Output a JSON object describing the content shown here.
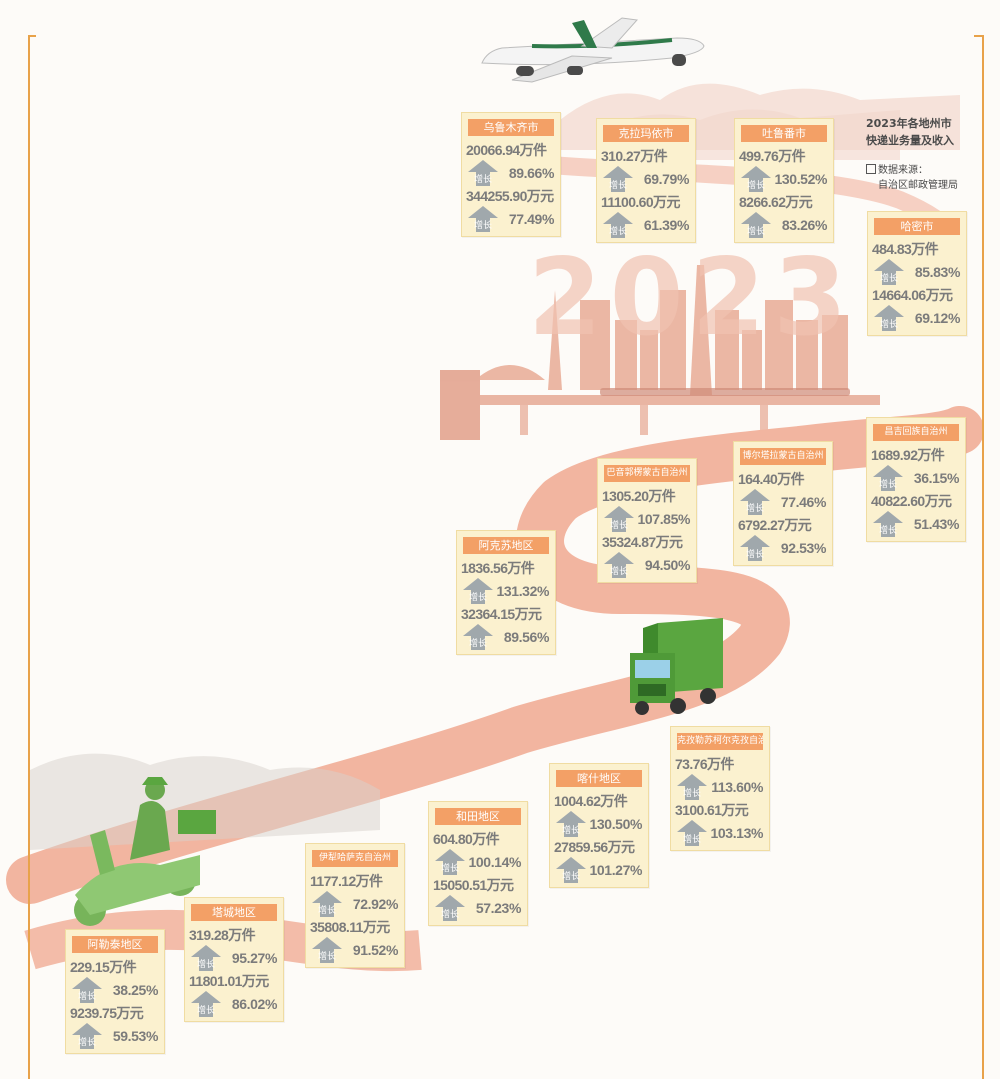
{
  "info": {
    "title_line1": "2023年各地州市",
    "title_line2": "快递业务量及收入",
    "source_label": "数据来源：",
    "source_org": "自治区邮政管理局"
  },
  "year_text": "2023",
  "growth_label": "增长",
  "colors": {
    "card_bg": "#fbf1cf",
    "card_header": "#f3a066",
    "road": "#f2b5a0",
    "truck": "#5aa640",
    "arrow": "#a0a8ac",
    "frame": "#e8a24a"
  },
  "icons": [
    "airplane-icon",
    "truck-icon",
    "scooter-rider-icon",
    "up-arrow-icon",
    "city-skyline"
  ],
  "cards": [
    {
      "name": "乌鲁木齐市",
      "volume": "20066.94万件",
      "volume_growth": "89.66%",
      "revenue": "344255.90万元",
      "revenue_growth": "77.49%"
    },
    {
      "name": "克拉玛依市",
      "volume": "310.27万件",
      "volume_growth": "69.79%",
      "revenue": "11100.60万元",
      "revenue_growth": "61.39%"
    },
    {
      "name": "吐鲁番市",
      "volume": "499.76万件",
      "volume_growth": "130.52%",
      "revenue": "8266.62万元",
      "revenue_growth": "83.26%"
    },
    {
      "name": "哈密市",
      "volume": "484.83万件",
      "volume_growth": "85.83%",
      "revenue": "14664.06万元",
      "revenue_growth": "69.12%"
    },
    {
      "name": "昌吉回族自治州",
      "volume": "1689.92万件",
      "volume_growth": "36.15%",
      "revenue": "40822.60万元",
      "revenue_growth": "51.43%"
    },
    {
      "name": "博尔塔拉蒙古自治州",
      "volume": "164.40万件",
      "volume_growth": "77.46%",
      "revenue": "6792.27万元",
      "revenue_growth": "92.53%"
    },
    {
      "name": "巴音郭楞蒙古自治州",
      "volume": "1305.20万件",
      "volume_growth": "107.85%",
      "revenue": "35324.87万元",
      "revenue_growth": "94.50%"
    },
    {
      "name": "阿克苏地区",
      "volume": "1836.56万件",
      "volume_growth": "131.32%",
      "revenue": "32364.15万元",
      "revenue_growth": "89.56%"
    },
    {
      "name": "克孜勒苏柯尔克孜自治州",
      "volume": "73.76万件",
      "volume_growth": "113.60%",
      "revenue": "3100.61万元",
      "revenue_growth": "103.13%"
    },
    {
      "name": "喀什地区",
      "volume": "1004.62万件",
      "volume_growth": "130.50%",
      "revenue": "27859.56万元",
      "revenue_growth": "101.27%"
    },
    {
      "name": "和田地区",
      "volume": "604.80万件",
      "volume_growth": "100.14%",
      "revenue": "15050.51万元",
      "revenue_growth": "57.23%"
    },
    {
      "name": "伊犁哈萨克自治州",
      "volume": "1177.12万件",
      "volume_growth": "72.92%",
      "revenue": "35808.11万元",
      "revenue_growth": "91.52%"
    },
    {
      "name": "塔城地区",
      "volume": "319.28万件",
      "volume_growth": "95.27%",
      "revenue": "11801.01万元",
      "revenue_growth": "86.02%"
    },
    {
      "name": "阿勒泰地区",
      "volume": "229.15万件",
      "volume_growth": "38.25%",
      "revenue": "9239.75万元",
      "revenue_growth": "59.53%"
    }
  ]
}
